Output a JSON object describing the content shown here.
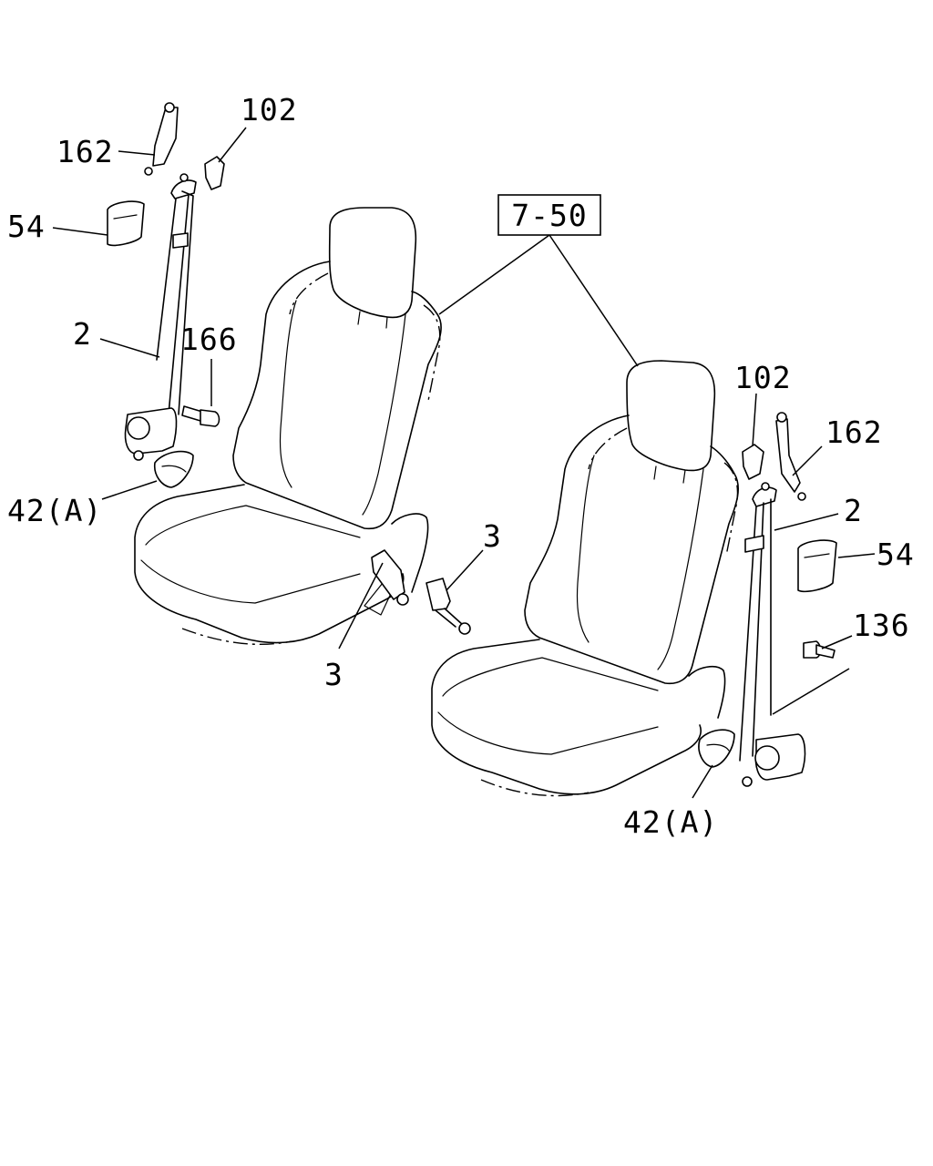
{
  "diagram": {
    "reference_box": "7-50",
    "callouts": {
      "left_162": "162",
      "left_102": "102",
      "left_54": "54",
      "left_2": "2",
      "left_166": "166",
      "left_42a": "42(A)",
      "center_3_left": "3",
      "center_3_right": "3",
      "right_102": "102",
      "right_162": "162",
      "right_2": "2",
      "right_54": "54",
      "right_136": "136",
      "right_42a": "42(A)"
    }
  }
}
